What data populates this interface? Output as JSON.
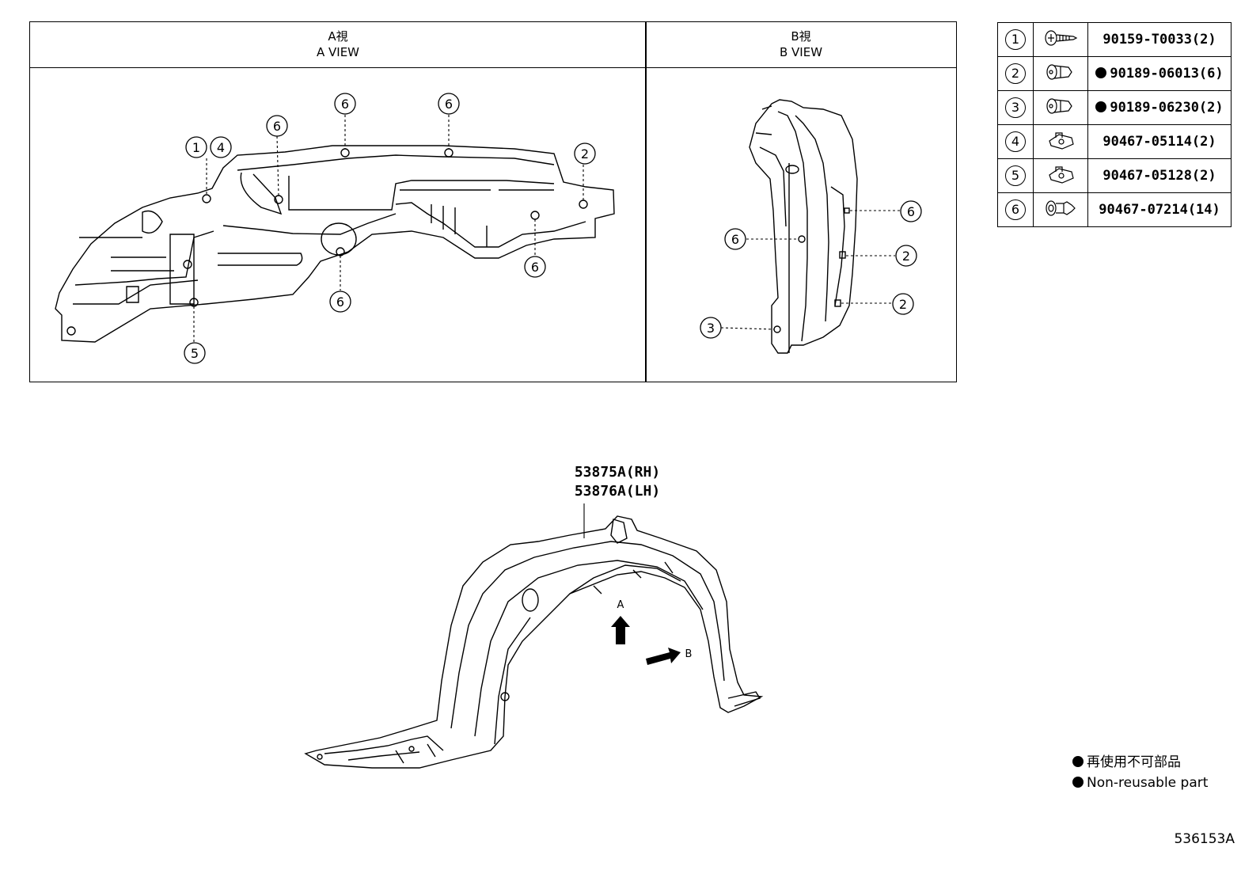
{
  "views": {
    "a": {
      "title_jp": "A視",
      "title_en": "A VIEW"
    },
    "b": {
      "title_jp": "B視",
      "title_en": "B VIEW"
    }
  },
  "callouts": {
    "c1": "1",
    "c2": "2",
    "c3": "3",
    "c4": "4",
    "c5": "5",
    "c6": "6"
  },
  "parts": [
    {
      "num": "1",
      "icon": "screw-icon",
      "part_no": "90159-T0033(2)",
      "non_reusable": false
    },
    {
      "num": "2",
      "icon": "clip-icon",
      "part_no": "90189-06013(6)",
      "non_reusable": true
    },
    {
      "num": "3",
      "icon": "clip-icon",
      "part_no": "90189-06230(2)",
      "non_reusable": true
    },
    {
      "num": "4",
      "icon": "nut-clip-icon",
      "part_no": "90467-05114(2)",
      "non_reusable": false
    },
    {
      "num": "5",
      "icon": "nut-clip-icon",
      "part_no": "90467-05128(2)",
      "non_reusable": false
    },
    {
      "num": "6",
      "icon": "push-clip-icon",
      "part_no": "90467-07214(14)",
      "non_reusable": false
    }
  ],
  "main_part": {
    "rh": "53875A(RH)",
    "lh": "53876A(LH)"
  },
  "arrows": {
    "a": "A",
    "b": "B"
  },
  "legend": {
    "jp": "再使用不可部品",
    "en": "Non-reusable part"
  },
  "drawing_id": "536153A"
}
